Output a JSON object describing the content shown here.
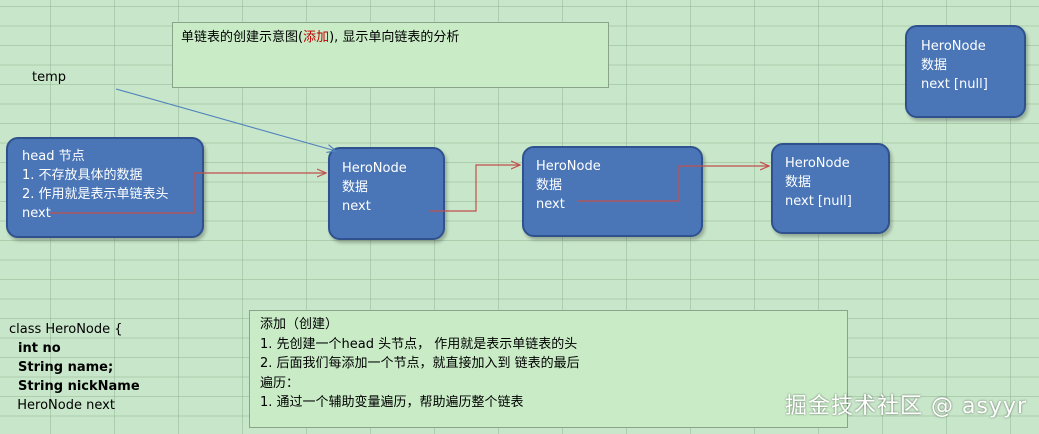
{
  "title_note": {
    "prefix": "单链表的创建示意图(",
    "highlight": "添加",
    "suffix": "), 显示单向链表的分析"
  },
  "temp_label": "temp",
  "head_node": {
    "lines": [
      "head 节点",
      "1. 不存放具体的数据",
      "2. 作用就是表示单链表头",
      "next"
    ]
  },
  "nodes": [
    {
      "lines": [
        "HeroNode",
        "数据",
        "next"
      ]
    },
    {
      "lines": [
        "HeroNode",
        "数据",
        "next"
      ]
    },
    {
      "lines": [
        "HeroNode",
        "数据",
        "next [null]"
      ]
    },
    {
      "lines": [
        "HeroNode",
        "数据",
        "next [null]"
      ]
    }
  ],
  "class_code": {
    "lines": [
      "class HeroNode {",
      "  int no",
      "  String name;",
      "  String nickName",
      "  HeroNode next"
    ]
  },
  "description_note": {
    "lines": [
      "添加（创建）",
      "1. 先创建一个head 头节点， 作用就是表示单链表的头",
      "2. 后面我们每添加一个节点，就直接加入到 链表的最后",
      "遍历：",
      "1.  通过一个辅助变量遍历，帮助遍历整个链表"
    ]
  },
  "watermark": "掘金技术社区 @ asyyr",
  "colors": {
    "background": "#c8e6c9",
    "node_fill": "#4a76b8",
    "node_border": "#2f528f",
    "pointer_arrow": "#c0504d",
    "temp_arrow": "#4f81bd",
    "highlight_text": "#c00000"
  }
}
